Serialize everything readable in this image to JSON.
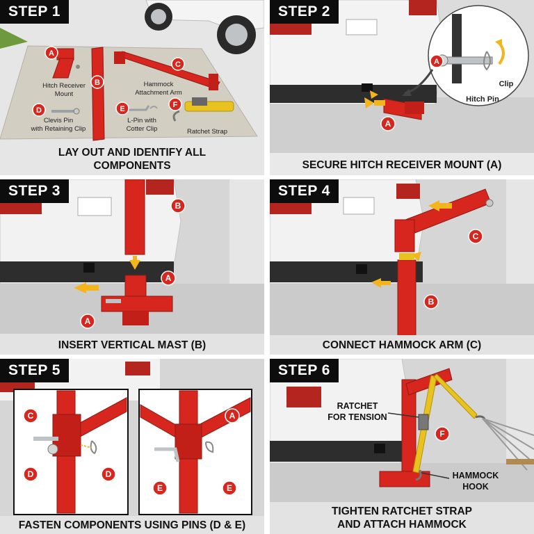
{
  "colors": {
    "red": "#d7261e",
    "dark_red": "#9e1a14",
    "yellow_arrow": "#f4b51c",
    "strap_yellow": "#e8c21f",
    "tab_bg": "#0d0d0d",
    "label_circle": "#d7261e"
  },
  "steps": [
    {
      "tab": "STEP 1",
      "caption_lines": [
        "LAY OUT AND IDENTIFY ALL",
        "COMPONENTS"
      ],
      "components": [
        {
          "letter": "A",
          "name": "Hitch Receiver Mount"
        },
        {
          "letter": "B",
          "name": ""
        },
        {
          "letter": "C",
          "name": "Hammock Attachment Arm"
        },
        {
          "letter": "D",
          "name": "Clevis Pin with Retaining Clip"
        },
        {
          "letter": "E",
          "name": "L-Pin with Cotter Clip"
        },
        {
          "letter": "F",
          "name": "Ratchet Strap"
        }
      ],
      "hitch_lines": [
        "Hitch Receiver",
        "Mount"
      ],
      "arm_lines": [
        "Hammock",
        "Attachment Arm"
      ],
      "clevis_lines": [
        "Clevis Pin",
        "with Retaining Clip"
      ],
      "lpin_lines": [
        "L-Pin with",
        "Cotter Clip"
      ],
      "strap_label": "Ratchet Strap"
    },
    {
      "tab": "STEP 2",
      "caption_lines": [
        "SECURE HITCH RECEIVER MOUNT (A)"
      ],
      "callout": {
        "clip": "Clip",
        "pin": "Hitch Pin",
        "letter": "A"
      },
      "letter": "A"
    },
    {
      "tab": "STEP 3",
      "caption_lines": [
        "INSERT VERTICAL MAST (B)"
      ],
      "letters": [
        "B",
        "A",
        "A"
      ]
    },
    {
      "tab": "STEP 4",
      "caption_lines": [
        "CONNECT HAMMOCK ARM (C)"
      ],
      "letters": [
        "C",
        "B"
      ]
    },
    {
      "tab": "STEP 5",
      "caption_lines": [
        "FASTEN COMPONENTS USING PINS (D & E)"
      ],
      "letters": [
        "C",
        "D",
        "D",
        "A",
        "E",
        "E"
      ]
    },
    {
      "tab": "STEP 6",
      "caption_lines": [
        "TIGHTEN RATCHET STRAP",
        "AND ATTACH HAMMOCK"
      ],
      "ratchet_lines": [
        "RATCHET",
        "FOR TENSION"
      ],
      "hook_lines": [
        "HAMMOCK",
        "HOOK"
      ],
      "letter": "F"
    }
  ]
}
